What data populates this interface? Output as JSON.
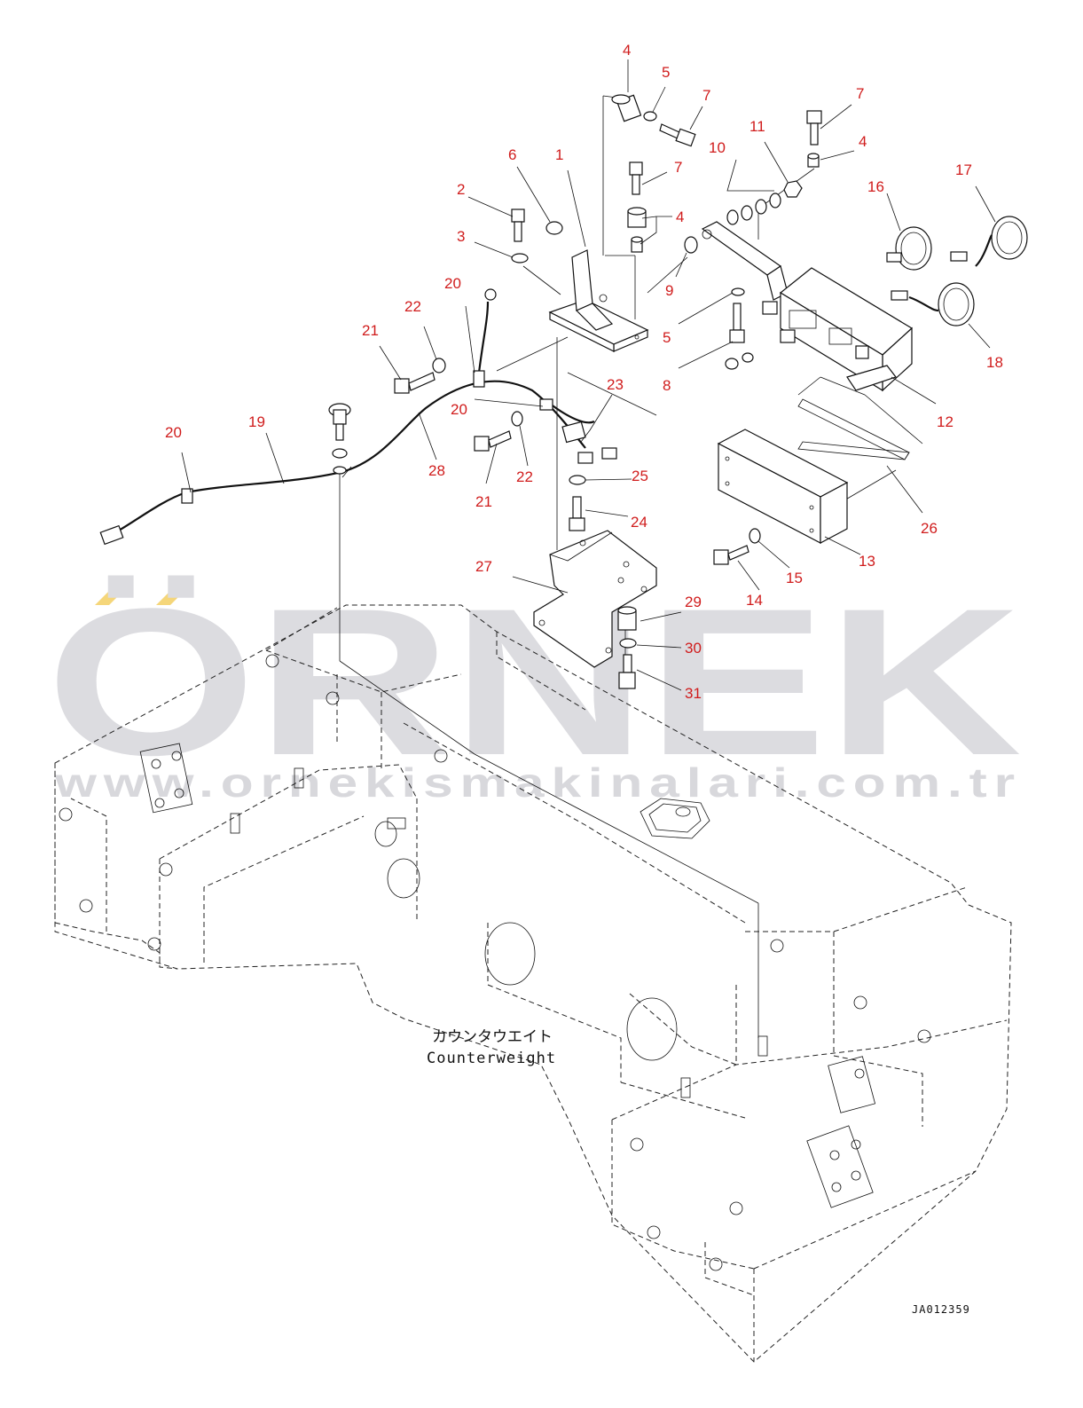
{
  "diagram": {
    "callouts": [
      {
        "id": "c1",
        "text": "1"
      },
      {
        "id": "c2",
        "text": "2"
      },
      {
        "id": "c3",
        "text": "3"
      },
      {
        "id": "c4a",
        "text": "4"
      },
      {
        "id": "c4b",
        "text": "4"
      },
      {
        "id": "c4c",
        "text": "4"
      },
      {
        "id": "c5a",
        "text": "5"
      },
      {
        "id": "c5b",
        "text": "5"
      },
      {
        "id": "c6",
        "text": "6"
      },
      {
        "id": "c7a",
        "text": "7"
      },
      {
        "id": "c7b",
        "text": "7"
      },
      {
        "id": "c7c",
        "text": "7"
      },
      {
        "id": "c8",
        "text": "8"
      },
      {
        "id": "c9",
        "text": "9"
      },
      {
        "id": "c10",
        "text": "10"
      },
      {
        "id": "c11",
        "text": "11"
      },
      {
        "id": "c12",
        "text": "12"
      },
      {
        "id": "c13",
        "text": "13"
      },
      {
        "id": "c14",
        "text": "14"
      },
      {
        "id": "c15",
        "text": "15"
      },
      {
        "id": "c16",
        "text": "16"
      },
      {
        "id": "c17",
        "text": "17"
      },
      {
        "id": "c18",
        "text": "18"
      },
      {
        "id": "c19",
        "text": "19"
      },
      {
        "id": "c20a",
        "text": "20"
      },
      {
        "id": "c20b",
        "text": "20"
      },
      {
        "id": "c20c",
        "text": "20"
      },
      {
        "id": "c21a",
        "text": "21"
      },
      {
        "id": "c21b",
        "text": "21"
      },
      {
        "id": "c22a",
        "text": "22"
      },
      {
        "id": "c22b",
        "text": "22"
      },
      {
        "id": "c23",
        "text": "23"
      },
      {
        "id": "c24",
        "text": "24"
      },
      {
        "id": "c25",
        "text": "25"
      },
      {
        "id": "c26",
        "text": "26"
      },
      {
        "id": "c27",
        "text": "27"
      },
      {
        "id": "c28",
        "text": "28"
      },
      {
        "id": "c29",
        "text": "29"
      },
      {
        "id": "c30",
        "text": "30"
      },
      {
        "id": "c31",
        "text": "31"
      }
    ],
    "counterweight_label_jp": "カウンタウエイト",
    "counterweight_label_en": "Counterweight",
    "drawing_code": "JA012359"
  },
  "watermark": {
    "brand": "ÖRNEK",
    "url": "www.ornekismakinalari.com.tr",
    "accent_color": "#f5d67a",
    "text_color": "#dcdce0"
  },
  "colors": {
    "callout": "#d01c1c",
    "line": "#111111",
    "background": "#ffffff"
  }
}
